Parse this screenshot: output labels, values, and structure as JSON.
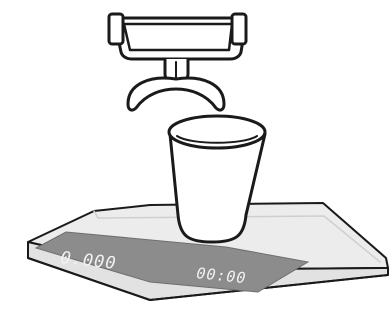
{
  "scene": {
    "objects": [
      "portafilter",
      "cup",
      "scale"
    ]
  },
  "scale_display": {
    "weight_readout": "0.000",
    "time_readout": "00:00"
  },
  "colors": {
    "line": "#1a1a1a",
    "scale_body": "#ececec",
    "display_panel": "#8c8c8c",
    "display_digits": "#f2f2f2",
    "background": "#ffffff"
  }
}
